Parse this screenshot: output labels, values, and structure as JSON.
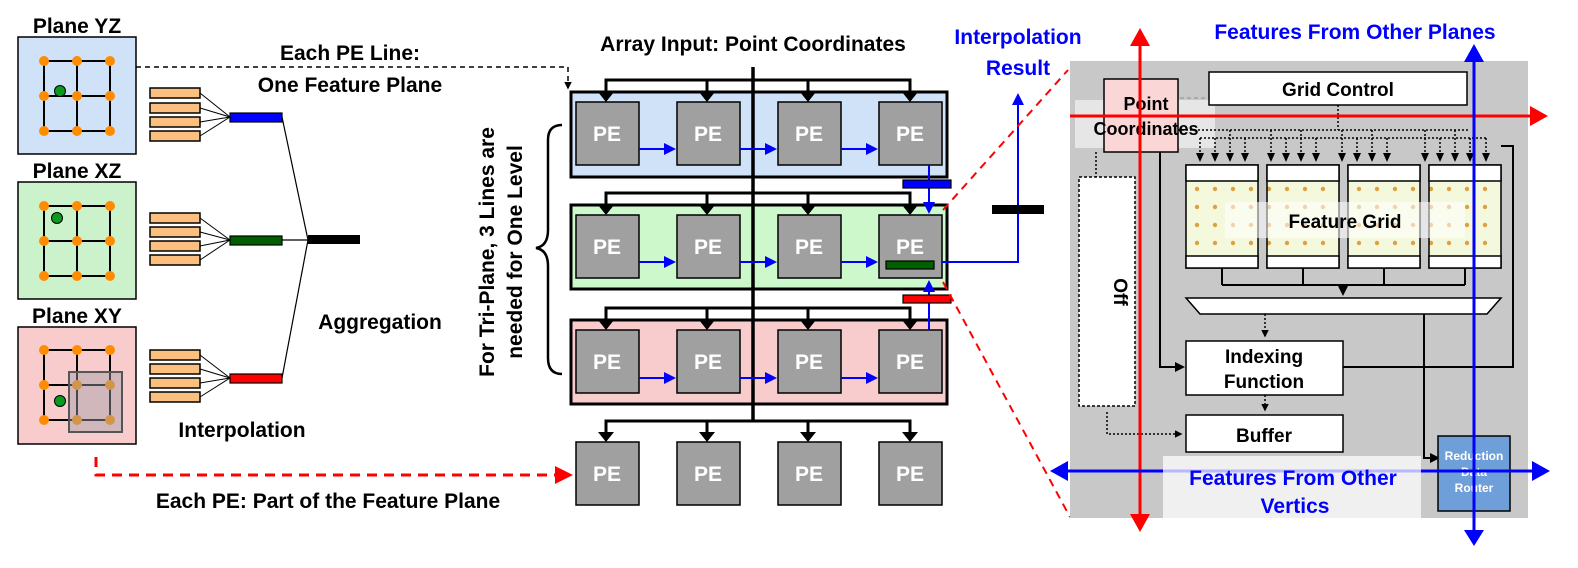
{
  "planes": [
    {
      "label": "Plane YZ",
      "color": "#cfe2f8"
    },
    {
      "label": "Plane XZ",
      "color": "#ccf2cc"
    },
    {
      "label": "Plane XY",
      "color": "#f8cccc"
    }
  ],
  "left": {
    "pe_line_label_1": "Each PE Line:",
    "pe_line_label_2": "One Feature Plane",
    "aggregation": "Aggregation",
    "interpolation": "Interpolation",
    "pe_part_label": "Each PE: Part of the Feature Plane"
  },
  "middle": {
    "array_input": "Array Input: Point Coordinates",
    "triplane_note_1": "For Tri-Plane, 3 Lines are",
    "triplane_note_2": "needed for One Level",
    "pe_label": "PE",
    "rows": [
      {
        "color": "#cfe2f8",
        "pes": [
          "PE",
          "PE",
          "PE",
          "PE"
        ]
      },
      {
        "color": "#ccf8cc",
        "pes": [
          "PE",
          "PE",
          "PE",
          "PE"
        ]
      },
      {
        "color": "#f8cccc",
        "pes": [
          "PE",
          "PE",
          "PE",
          "PE"
        ]
      }
    ],
    "output_pes": [
      "PE",
      "PE",
      "PE",
      "PE"
    ],
    "interp_result_1": "Interpolation",
    "interp_result_2": "Result"
  },
  "right": {
    "features_other_planes": "Features From Other Planes",
    "grid_control": "Grid Control",
    "point_coords_1": "Point",
    "point_coords_2": "Coordinates",
    "feature_grid": "Feature Grid",
    "off": "Off",
    "indexing_1": "Indexing",
    "indexing_2": "Function",
    "buffer": "Buffer",
    "features_other_vertics_1": "Features From Other",
    "features_other_vertics_2": "Vertics",
    "router_1": "Reduction",
    "router_2": "Data",
    "router_3": "Router"
  },
  "colors": {
    "pe_fill": "#a0a0a0",
    "accent_blue": "#0000ff",
    "accent_red": "#ff0000",
    "accent_green": "#006000",
    "grid_node": "#ff8c00",
    "router_fill": "#6f9fd8",
    "pe_panel": "#c8c8c8"
  }
}
